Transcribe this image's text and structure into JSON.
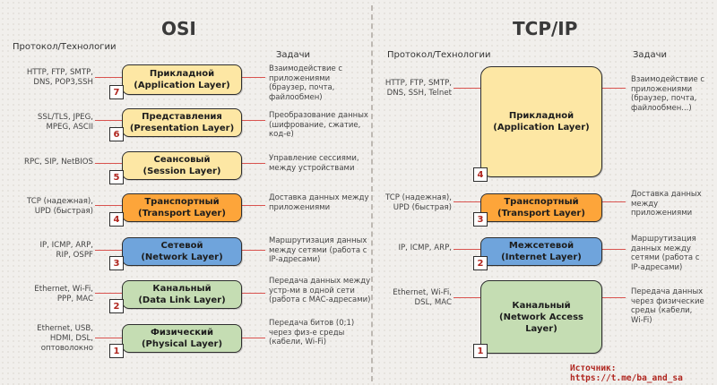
{
  "osi": {
    "title": "OSI",
    "protocols_header": "Протокол/Технологии",
    "tasks_header": "Задачи",
    "layers": [
      {
        "num": "7",
        "name": "Прикладной",
        "en": "(Application Layer)",
        "protocols": [
          "HTTP, FTP, SMTP,",
          "DNS, POP3,SSH"
        ],
        "tasks": [
          "Взаимодействие с",
          "приложениями",
          "(браузер, почта,",
          "файлообмен)"
        ],
        "color": "yellow"
      },
      {
        "num": "6",
        "name": "Представления",
        "en": "(Presentation Layer)",
        "protocols": [
          "SSL/TLS, JPEG,",
          "MPEG, ASCII"
        ],
        "tasks": [
          "Преобразование данных",
          "(шифрование, сжатие,",
          "код-е)"
        ],
        "color": "yellow"
      },
      {
        "num": "5",
        "name": "Сеансовый",
        "en": "(Session Layer)",
        "protocols": [
          "RPC, SIP, NetBIOS"
        ],
        "tasks": [
          "Управление сессиями,",
          "между устройствами"
        ],
        "color": "yellow"
      },
      {
        "num": "4",
        "name": "Транспортный",
        "en": "(Transport Layer)",
        "protocols": [
          "TCP (надежная),",
          "UPD (быстрая)"
        ],
        "tasks": [
          "Доставка данных между",
          "приложениями"
        ],
        "color": "orange"
      },
      {
        "num": "3",
        "name": "Сетевой",
        "en": "(Network Layer)",
        "protocols": [
          "IP, ICMP, ARP,",
          "RIP, OSPF"
        ],
        "tasks": [
          "Маршрутизация данных",
          "между сетями (работа с",
          "IP-адресами)"
        ],
        "color": "blue"
      },
      {
        "num": "2",
        "name": "Канальный",
        "en": "(Data Link Layer)",
        "protocols": [
          "Ethernet, Wi-Fi,",
          "PPP, MAC"
        ],
        "tasks": [
          "Передача данных между",
          "устр-ми в одной сети",
          "(работа с MAC-адресами)"
        ],
        "color": "green"
      },
      {
        "num": "1",
        "name": "Физический",
        "en": "(Physical Layer)",
        "protocols": [
          "Ethernet, USB,",
          "HDMI, DSL,",
          "оптоволокно"
        ],
        "tasks": [
          "Передача битов (0;1)",
          "через физ-е среды",
          "(кабели, Wi-Fi)"
        ],
        "color": "green"
      }
    ]
  },
  "tcpip": {
    "title": "TCP/IP",
    "protocols_header": "Протокол/Технологии",
    "tasks_header": "Задачи",
    "layers": [
      {
        "num": "4",
        "name": "Прикладной",
        "en": "(Application Layer)",
        "en2": "",
        "protocols": [
          "HTTP, FTP, SMTP,",
          "DNS, SSH, Telnet"
        ],
        "tasks": [
          "Взаимодействие с",
          "приложениями",
          "(браузер, почта,",
          "файлообмен...)"
        ],
        "color": "yellow"
      },
      {
        "num": "3",
        "name": "Транспортный",
        "en": "(Transport Layer)",
        "en2": "",
        "protocols": [
          "TCP (надежная),",
          "UPD (быстрая)"
        ],
        "tasks": [
          "Доставка данных",
          "между",
          "приложениями"
        ],
        "color": "orange"
      },
      {
        "num": "2",
        "name": "Межсетевой",
        "en": "(Internet Layer)",
        "en2": "",
        "protocols": [
          "IP, ICMP, ARP,"
        ],
        "tasks": [
          "Маршрутизация",
          "данных между",
          "сетями (работа с",
          "IP-адресами)"
        ],
        "color": "blue"
      },
      {
        "num": "1",
        "name": "Канальный",
        "en": "(Network Access",
        "en2": "Layer)",
        "protocols": [
          "Ethernet, Wi-Fi,",
          "DSL, MAC"
        ],
        "tasks": [
          "Передача данных",
          "через физические",
          "среды (кабели,",
          "Wi-Fi)"
        ],
        "color": "green"
      }
    ]
  },
  "source": "Источник: https://t.me/ba_and_sa",
  "colors": {
    "yellow": "#fde7a4",
    "orange": "#fda53a",
    "blue": "#6fa4dc",
    "green": "#c5ddb3",
    "accent": "#d9534f",
    "number": "#b0261f"
  }
}
